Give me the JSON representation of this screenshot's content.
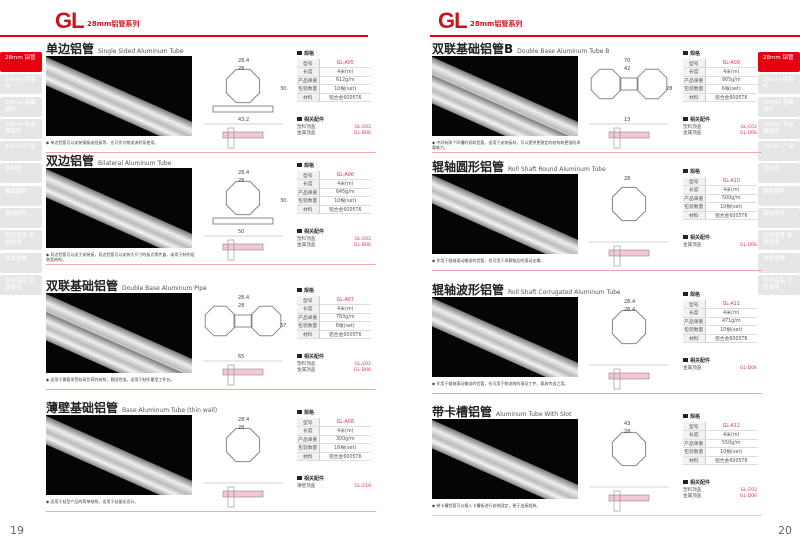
{
  "header": {
    "logo": "GL",
    "series": "28mm铝管系列"
  },
  "sidebar": [
    "28mm 铝管",
    "28mm 连接件",
    "28mm 金属接件",
    "28mm 非金属接件",
    "43mm 产品",
    "流利条",
    "脚轮脚杯",
    "模块组件",
    "应用场景 事例参考",
    "技术参数",
    "应用指南 注意事项"
  ],
  "labels": {
    "spec": "规格",
    "acc": "相关配件",
    "model": "型号",
    "length": "长度",
    "weight": "产品单重",
    "pack": "包装数量",
    "material": "材料"
  },
  "left": {
    "page_number": "19",
    "products": [
      {
        "cn": "单边铝管",
        "en": "Single Sided Aluminum Tube",
        "model": "GL-A05",
        "length": "4米(m)",
        "weight": "612g/m",
        "pack": "10根(set)",
        "material": "铝合金6005T6",
        "acc": [
          [
            "塑料顶盖",
            "GL-E02"
          ],
          [
            "金属顶盖",
            "GL-D06"
          ]
        ],
        "dims": [
          "28.4",
          "28",
          "30.5",
          "43.2"
        ],
        "note": "◆ 单边铝管可以安装钢板或挡板等，也可作为物流流利条使用。"
      },
      {
        "cn": "双边铝管",
        "en": "Bilateral Aluminum Tube",
        "model": "GL-A06",
        "length": "4米(m)",
        "weight": "645g/m",
        "pack": "10根(set)",
        "material": "铝合金6005T6",
        "acc": [
          [
            "塑料顶盖",
            "GL-E02"
          ],
          [
            "金属顶盖",
            "GL-D06"
          ]
        ],
        "dims": [
          "28.4",
          "28",
          "30.5",
          "50"
        ],
        "note": "◆ 双边铝管可以适于安装板，双边铝管可以安装大尺寸的板式零件盒，或用于制作组装类结构。"
      },
      {
        "cn": "双联基础铝管",
        "en": "Double Base Aluminum Pipe",
        "model": "GL-A07",
        "length": "4米(m)",
        "weight": "783g/m",
        "pack": "8根(set)",
        "material": "铝合金6005T6",
        "acc": [
          [
            "塑料顶盖",
            "GL-E02"
          ],
          [
            "金属顶盖",
            "GL-D06"
          ]
        ],
        "dims": [
          "28.4",
          "28",
          "37",
          "65"
        ],
        "note": "◆ 适用于需要承受较高负荷的结构，稳固性强，适用于制作重型工作台。"
      },
      {
        "cn": "薄壁基础铝管",
        "en": "Base Aluminum Tube (thin wall)",
        "model": "GL-A08",
        "length": "4米(m)",
        "weight": "300g/m",
        "pack": "16根(set)",
        "material": "铝合金6005T6",
        "acc": [
          [
            "薄壁顶盖",
            "GL-E10"
          ]
        ],
        "dims": [
          "28.4",
          "28"
        ],
        "note": "◆ 适用于轻型产品的简单结构，适用于轻量化设计。"
      }
    ]
  },
  "right": {
    "page_number": "20",
    "products": [
      {
        "cn": "双联基础铝管B",
        "en": "Double Base Aluminum Tube B",
        "model": "GL-A09",
        "length": "4米(m)",
        "weight": "905g/m",
        "pack": "6根(set)",
        "material": "铝合金6005T6",
        "acc": [
          [
            "塑料顶盖",
            "GL-E02"
          ],
          [
            "金属顶盖",
            "GL-D06"
          ]
        ],
        "dims": [
          "70",
          "42",
          "28",
          "13"
        ],
        "note": "◆ 中间有两个凹槽的双联铝管，适用于安装板材，可以提供更稳定的结构和更强的承载能力。"
      },
      {
        "cn": "辊轴圆形铝管",
        "en": "Roll Shaft Round Aluminum Tube",
        "model": "GL-A10",
        "length": "4米(m)",
        "weight": "500g/m",
        "pack": "10根(set)",
        "material": "铝合金6005T6",
        "acc": [
          [
            "金属顶盖",
            "GL-D06"
          ]
        ],
        "dims": [
          "28"
        ],
        "note": "◆ 作用于辊轴滚动输送的铝管，也可用于承载物品的滚动支撑。"
      },
      {
        "cn": "辊轴波形铝管",
        "en": "Roll Shaft Corrugated Aluminum Tube",
        "model": "GL-A11",
        "length": "4米(m)",
        "weight": "471g/m",
        "pack": "10根(set)",
        "material": "铝合金6005T6",
        "acc": [
          [
            "金属顶盖",
            "GL-D06"
          ]
        ],
        "dims": [
          "28.4",
          "28.4"
        ],
        "note": "◆ 作用于辊轴滚动输送的铝管，也可用于物流线的滚动工件、载具传送之用。"
      },
      {
        "cn": "带卡槽铝管",
        "en": "Aluminum Tube With Slot",
        "model": "GL-A12",
        "length": "4米(m)",
        "weight": "550g/m",
        "pack": "10根(set)",
        "material": "铝合金6005T6",
        "acc": [
          [
            "塑料顶盖",
            "GL-E02"
          ],
          [
            "金属顶盖",
            "GL-D06"
          ]
        ],
        "dims": [
          "43",
          "28"
        ],
        "note": "◆ 带卡槽铝管可以插入卡槽板进行安装固定，便于连接组装。"
      }
    ]
  },
  "colors": {
    "brand": "#e60012"
  }
}
